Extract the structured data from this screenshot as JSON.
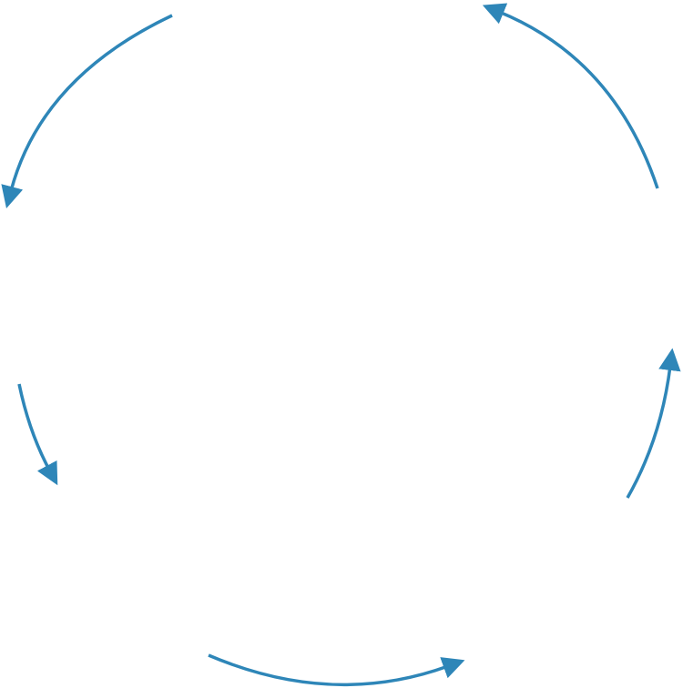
{
  "diagram": {
    "type": "cycle-arrows",
    "arrow_count": 5,
    "direction": "counterclockwise",
    "colors": {
      "arrow": "#2e86b8",
      "background": "#ffffff"
    },
    "arrows": [
      {
        "name": "arrow-top-left",
        "icon": "curved-arrow-icon"
      },
      {
        "name": "arrow-left",
        "icon": "curved-arrow-icon"
      },
      {
        "name": "arrow-bottom",
        "icon": "curved-arrow-icon"
      },
      {
        "name": "arrow-right",
        "icon": "curved-arrow-icon"
      },
      {
        "name": "arrow-top-right",
        "icon": "curved-arrow-icon"
      }
    ]
  }
}
